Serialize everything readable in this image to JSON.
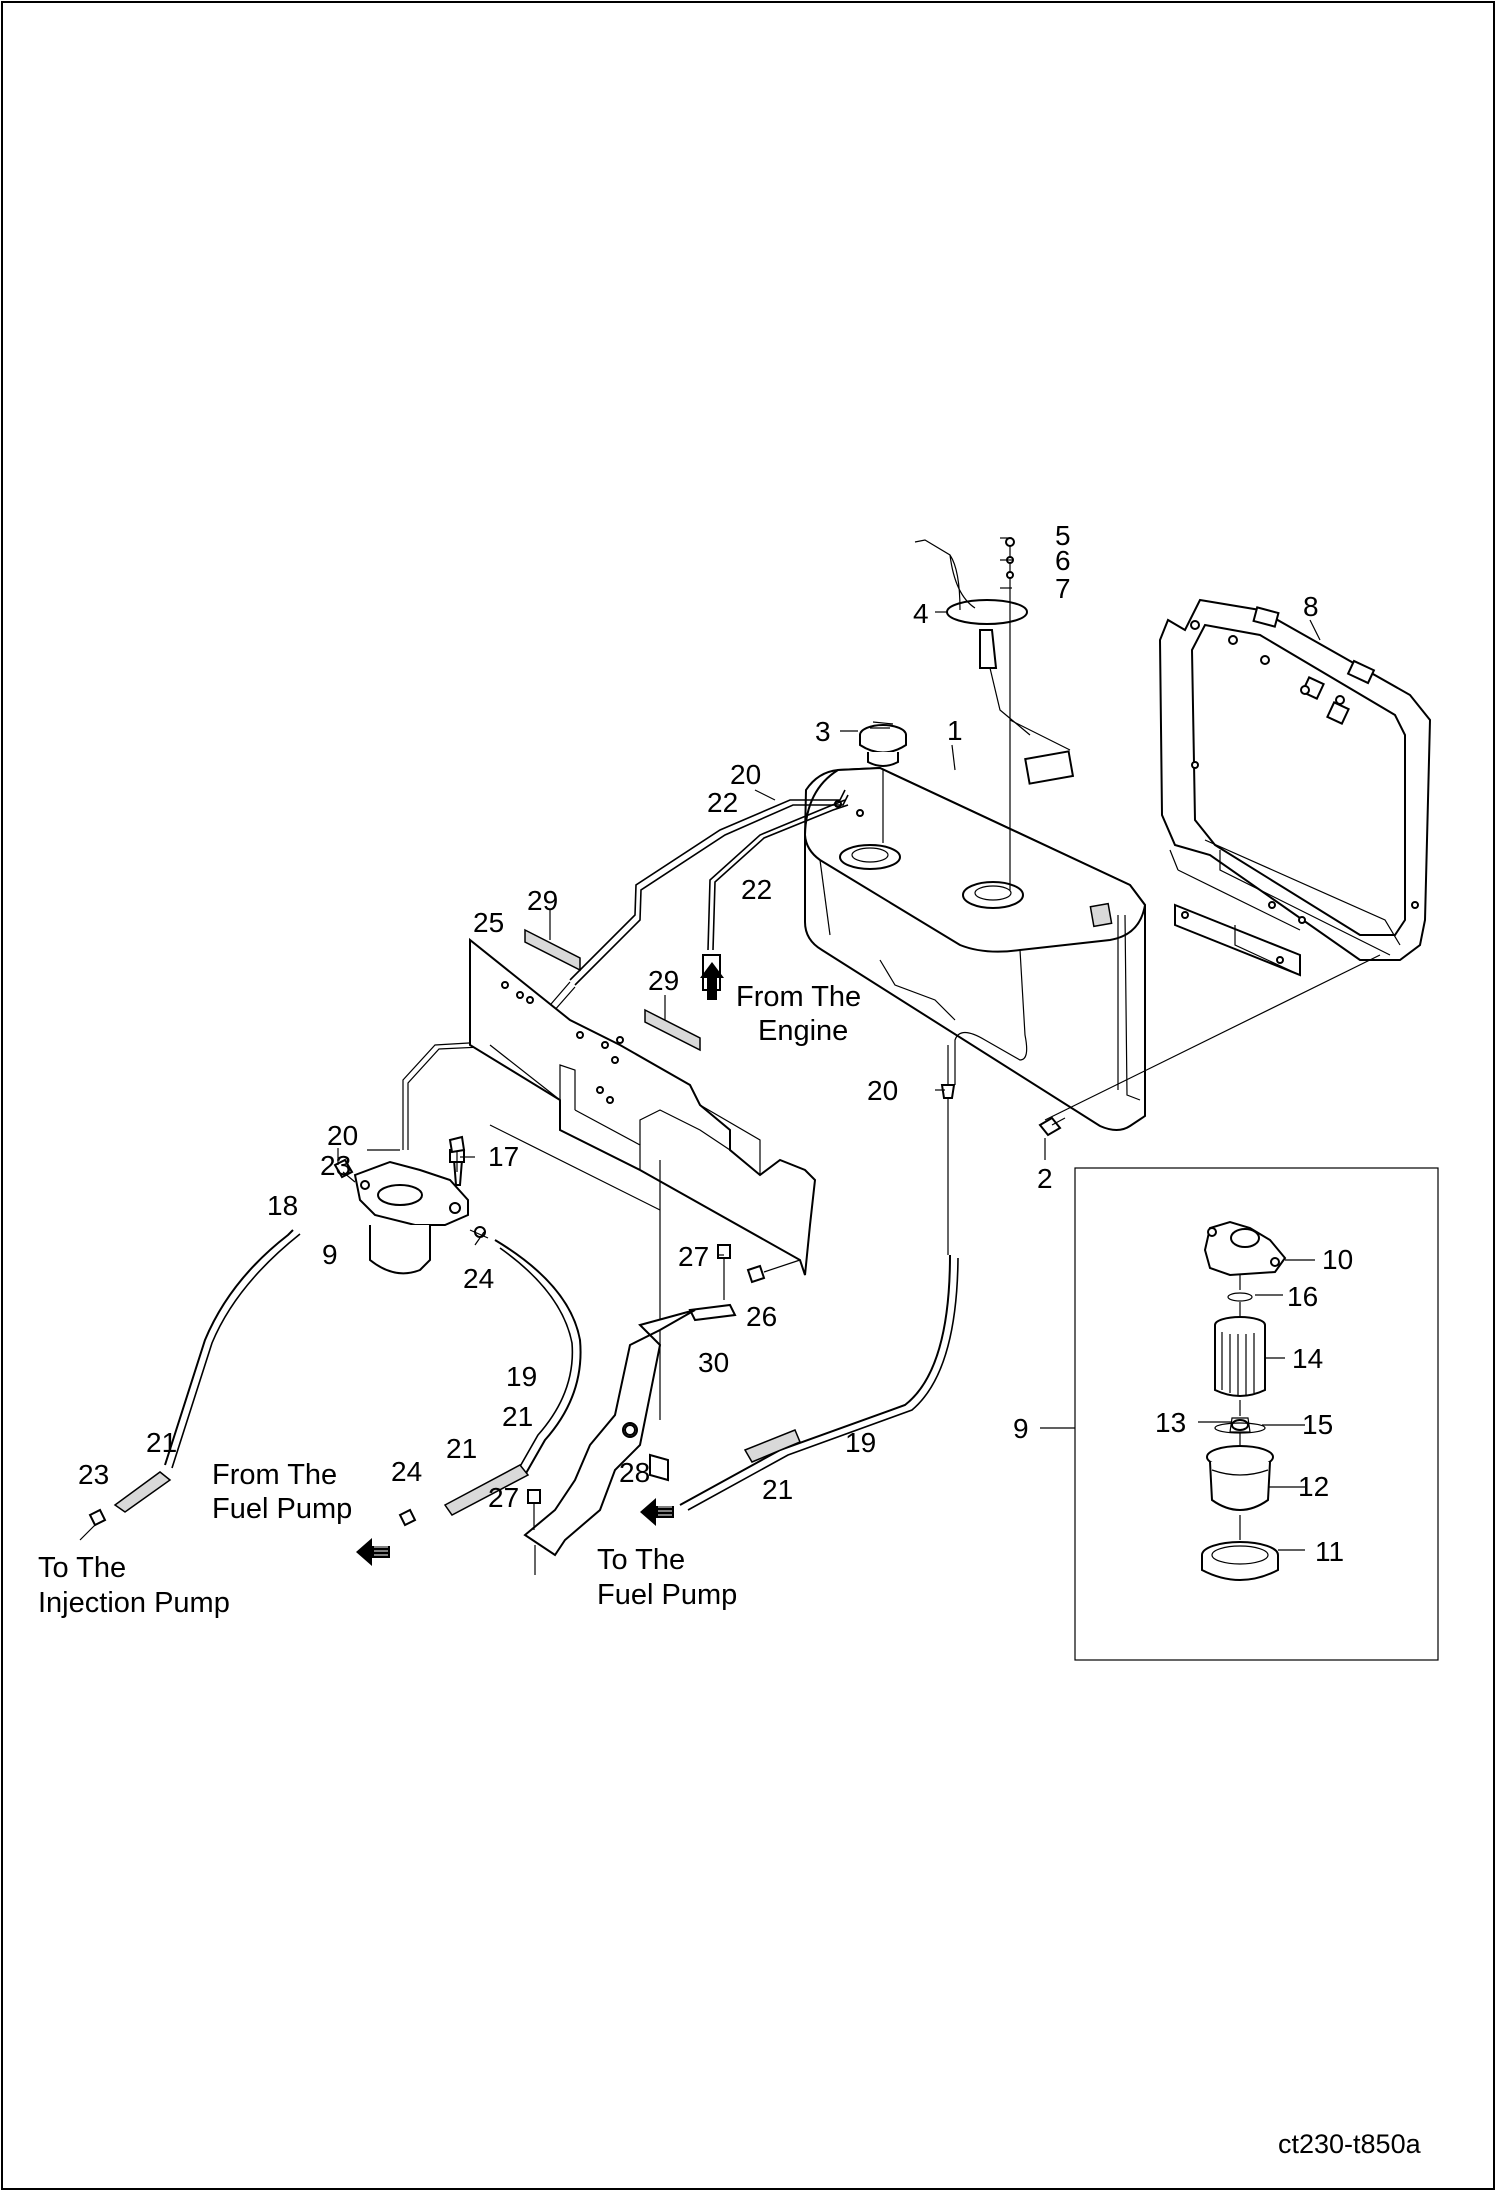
{
  "drawing_ref": "ct230-t850a",
  "callouts": {
    "c1": "1",
    "c2": "2",
    "c3": "3",
    "c4": "4",
    "c5": "5",
    "c6": "6",
    "c7": "7",
    "c8": "8",
    "c9_filter": "9",
    "c9_detail": "9",
    "c10": "10",
    "c11": "11",
    "c12": "12",
    "c13": "13",
    "c14": "14",
    "c15": "15",
    "c16": "16",
    "c17": "17",
    "c18": "18",
    "c19_left": "19",
    "c19_right": "19",
    "c20_top": "20",
    "c20_mid": "20",
    "c20_right": "20",
    "c21_a": "21",
    "c21_b": "21",
    "c21_c": "21",
    "c21_d": "21",
    "c22_a": "22",
    "c22_b": "22",
    "c23_a": "23",
    "c23_b": "23",
    "c24_a": "24",
    "c24_b": "24",
    "c25": "25",
    "c26": "26",
    "c27_a": "27",
    "c27_b": "27",
    "c28": "28",
    "c29_a": "29",
    "c29_b": "29",
    "c30": "30"
  },
  "notes": {
    "from_engine_1": "From The",
    "from_engine_2": "Engine",
    "from_fuel_pump_1": "From The",
    "from_fuel_pump_2": "Fuel Pump",
    "to_injection_1": "To The",
    "to_injection_2": "Injection Pump",
    "to_fuel_pump_1": "To The",
    "to_fuel_pump_2": "Fuel Pump"
  }
}
